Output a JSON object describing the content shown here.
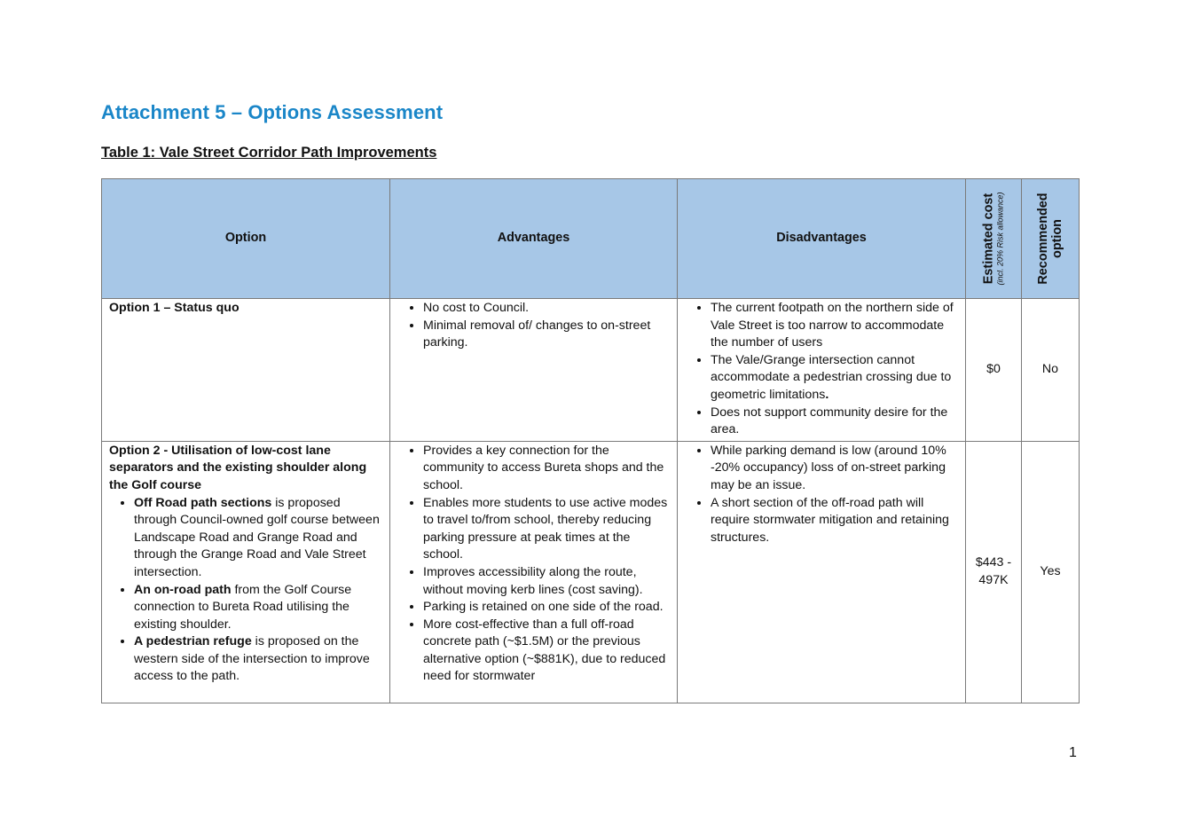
{
  "title": "Attachment 5 – Options Assessment",
  "subtitle": "Table 1: Vale Street Corridor Path Improvements",
  "table": {
    "headers": {
      "option": "Option",
      "advantages": "Advantages",
      "disadvantages": "Disadvantages",
      "cost": "Estimated cost",
      "cost_note": "(incl. 20% Risk allowance)",
      "recommended_1": "Recommended",
      "recommended_2": "option"
    },
    "rows": [
      {
        "option_title": "Option 1 – Status quo",
        "advantages": [
          "No cost to Council.",
          "Minimal removal of/ changes to on-street parking."
        ],
        "disadvantages": [
          "The current footpath on the northern side of Vale Street is too narrow to accommodate the number of users",
          "The Vale/Grange intersection cannot accommodate a pedestrian crossing due to geometric limitations.",
          "Does not support community desire for the area."
        ],
        "cost": "$0",
        "recommended": "No"
      },
      {
        "option_title": "Option 2 - Utilisation of low-cost lane separators and the existing shoulder along the Golf course",
        "option_points": [
          {
            "bold": "Off Road path sections",
            "text": " is proposed through Council-owned golf course between Landscape Road and Grange Road   and through the Grange Road and Vale Street intersection."
          },
          {
            "bold": "An on-road path",
            "text": " from the Golf Course connection to Bureta Road utilising the existing shoulder."
          },
          {
            "bold": "A pedestrian refuge",
            "text": " is proposed on the western side of the intersection to improve access to the path."
          }
        ],
        "advantages": [
          "Provides a key connection for the community to access Bureta shops and the school.",
          "Enables more students to use active modes to travel to/from school, thereby reducing parking pressure at peak times at the school.",
          "Improves accessibility along the route, without moving kerb lines (cost saving).",
          "Parking is retained on one side of the road.",
          "More cost-effective than a full off-road concrete path (~$1.5M) or the previous alternative option (~$881K), due to reduced need for stormwater"
        ],
        "disadvantages": [
          "While parking demand is low (around 10% -20% occupancy) loss of on-street parking may be an issue.",
          "A short section of the off-road path will require stormwater mitigation and retaining structures."
        ],
        "cost_1": "$443 -",
        "cost_2": "497K",
        "recommended": "Yes"
      }
    ]
  },
  "page_number": "1",
  "colors": {
    "title": "#1a86c8",
    "header_bg": "#a7c7e7"
  }
}
